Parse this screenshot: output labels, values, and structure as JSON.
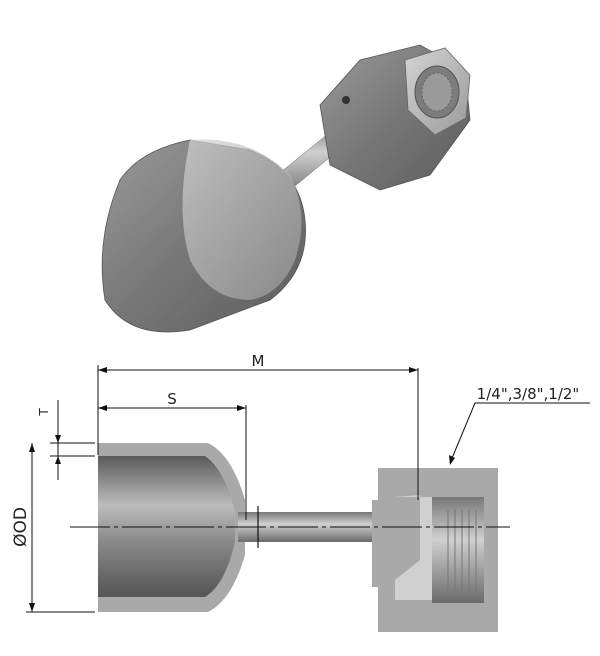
{
  "drawing": {
    "dimensions": {
      "overall_length": "M",
      "cap_depth": "S",
      "wall_thickness": "T",
      "outer_diameter": "ØOD"
    },
    "thread_callout": "1/4\",3/8\",1/2\""
  },
  "colors": {
    "section_fill": "#a9a9a9",
    "body_dark": "#6e6e6e",
    "line": "#111111"
  }
}
